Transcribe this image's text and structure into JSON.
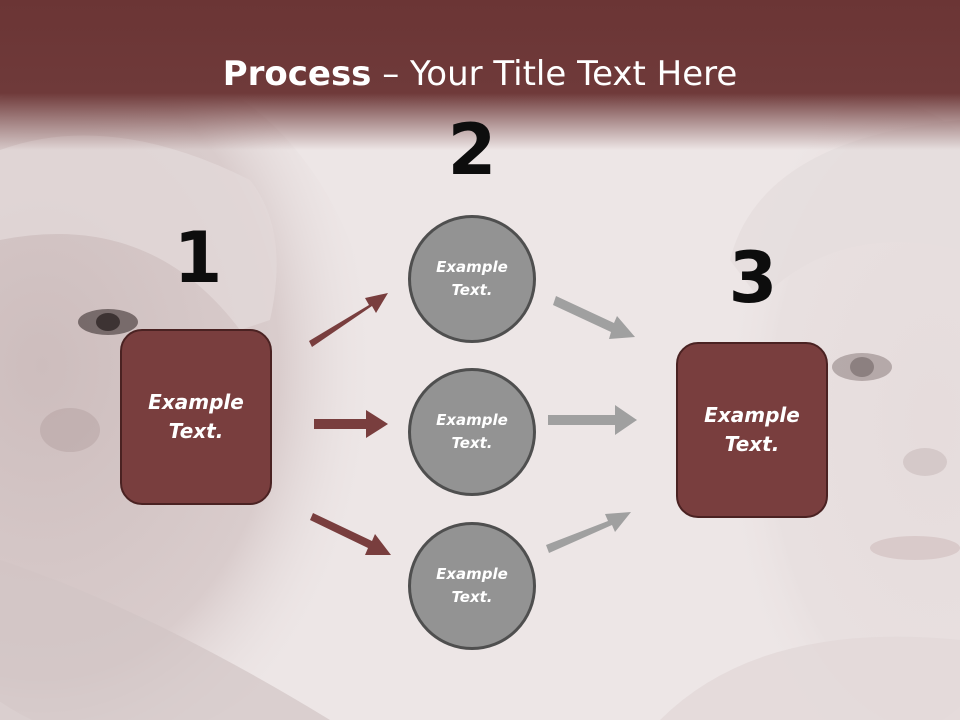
{
  "slide": {
    "title_bold": "Process",
    "title_rest": " – Your Title Text Here"
  },
  "steps": [
    {
      "number": "1",
      "label": "Example\nText."
    },
    {
      "number": "2"
    },
    {
      "number": "3",
      "label": "Example\nText."
    }
  ],
  "circles": [
    {
      "label": "Example\nText."
    },
    {
      "label": "Example\nText."
    },
    {
      "label": "Example\nText."
    }
  ],
  "colors": {
    "header": "#6b3535",
    "box_fill": "#793e3e",
    "circle_fill": "#939393",
    "arrow_red": "#793e3e",
    "arrow_gray": "#a0a0a0"
  }
}
